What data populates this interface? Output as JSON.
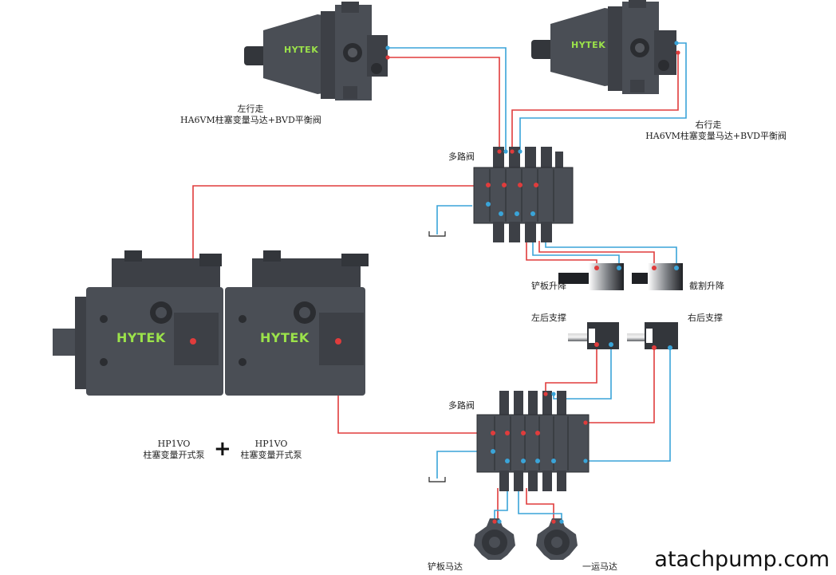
{
  "colors": {
    "pressure_line": "#e03c3c",
    "return_line": "#3aa4d8",
    "body": "#4a4e55",
    "body_dark": "#33363b",
    "brand_text": "#9be24a"
  },
  "motors": {
    "left_brand": "HYTEK",
    "right_brand": "HYTEK",
    "left_label_1": "左行走",
    "left_label_2": "HA6VM柱塞变量马达+BVD平衡阀",
    "right_label_1": "右行走",
    "right_label_2": "HA6VM柱塞变量马达+BVD平衡阀"
  },
  "valves": {
    "upper_label": "多路阀",
    "lower_label": "多路阀"
  },
  "pumps": {
    "left_brand": "HYTEK",
    "right_brand": "HYTEK",
    "left_label_1": "HP1VO",
    "left_label_2": "柱塞变量开式泵",
    "right_label_1": "HP1VO",
    "right_label_2": "柱塞变量开式泵",
    "plus_sign": "+"
  },
  "cylinders": {
    "shovel_lift": "铲板升降",
    "cutter_lift": "截割升降",
    "left_rear_support": "左后支撑",
    "right_rear_support": "右后支撑"
  },
  "rotary_motors": {
    "shovel_motor": "铲板马达",
    "conveyor_motor": "一运马达"
  },
  "watermark": "atachpump.com"
}
